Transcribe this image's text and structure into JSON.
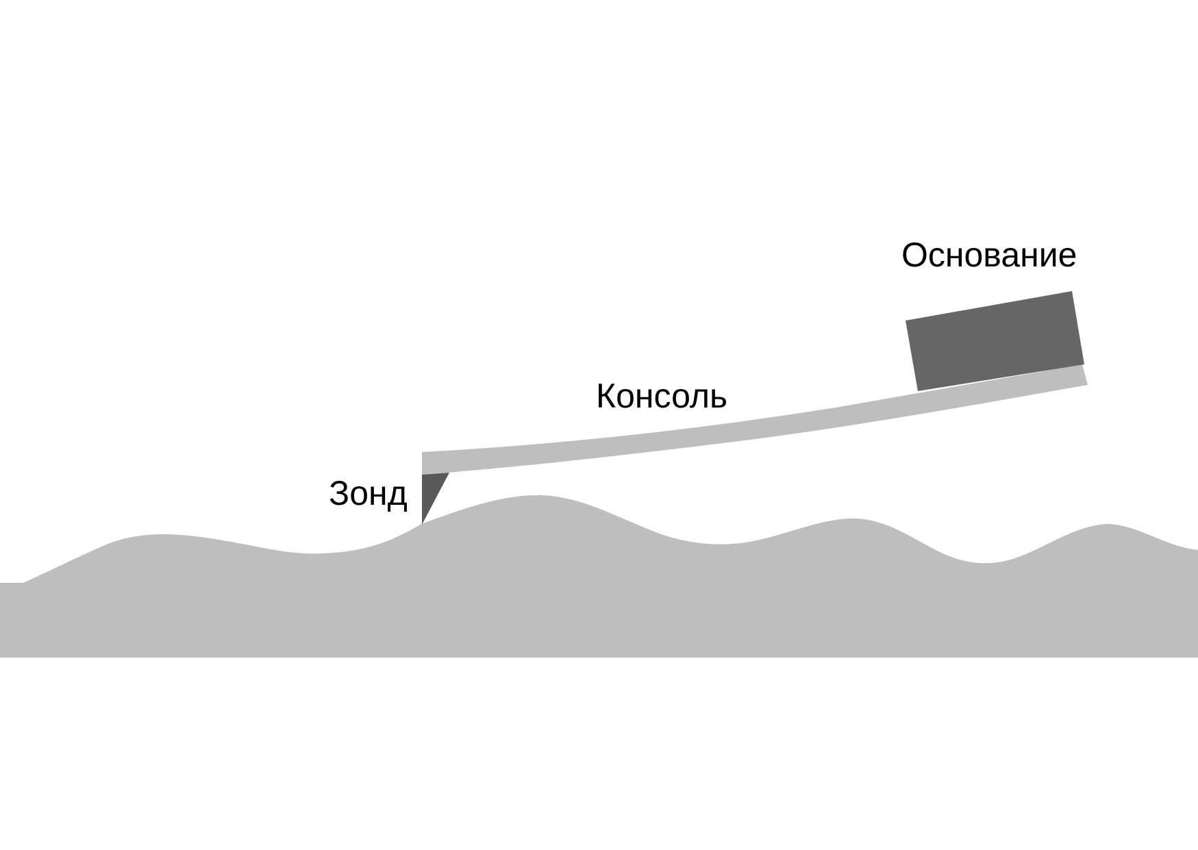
{
  "labels": {
    "base": "Основание",
    "cantilever": "Консоль",
    "probe": "Зонд"
  },
  "colors": {
    "background": "#ffffff",
    "surface": "#bebebe",
    "cantilever": "#bebebe",
    "base": "#666666",
    "probe": "#595959",
    "text": "#000000"
  }
}
